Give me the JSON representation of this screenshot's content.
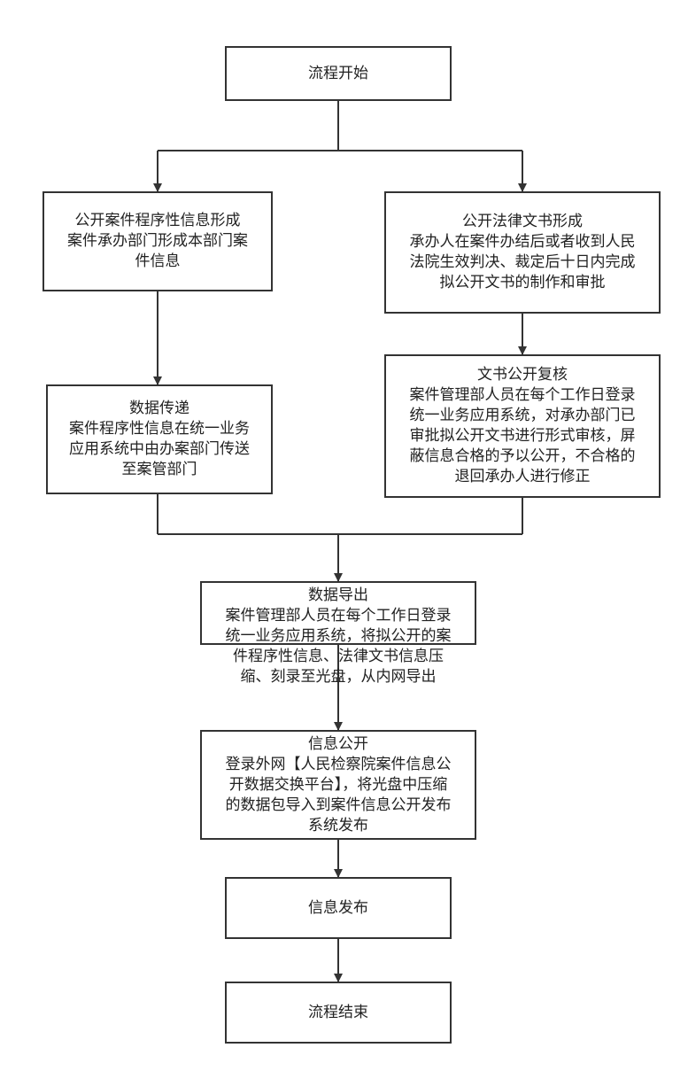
{
  "nodes": {
    "start": {
      "lines": [
        "流程开始"
      ]
    },
    "case_info": {
      "lines": [
        "公开案件程序性信息形成",
        "案件承办部门形成本部门案",
        "件信息"
      ]
    },
    "legal_doc": {
      "lines": [
        "公开法律文书形成",
        "承办人在案件办结后或者收到人民",
        "法院生效判决、裁定后十日内完成",
        "拟公开文书的制作和审批"
      ]
    },
    "data_transfer": {
      "lines": [
        "数据传递",
        "案件程序性信息在统一业务",
        "应用系统中由办案部门传送",
        "至案管部门"
      ]
    },
    "doc_review": {
      "lines": [
        "文书公开复核",
        "案件管理部人员在每个工作日登录",
        "统一业务应用系统，对承办部门已",
        "审批拟公开文书进行形式审核，屏",
        "蔽信息合格的予以公开，不合格的",
        "退回承办人进行修正"
      ]
    },
    "data_export": {
      "lines": [
        "数据导出",
        "案件管理部人员在每个工作日登录",
        "统一业务应用系统，将拟公开的案",
        "件程序性信息、法律文书信息压",
        "缩、刻录至光盘，从内网导出"
      ]
    },
    "info_public": {
      "lines": [
        "信息公开",
        "登录外网【人民检察院案件信息公",
        "开数据交换平台】，将光盘中压缩",
        "的数据包导入到案件信息公开发布",
        "系统发布"
      ]
    },
    "info_release": {
      "lines": [
        "信息发布"
      ]
    },
    "end": {
      "lines": [
        "流程结束"
      ]
    }
  },
  "colors": {
    "stroke": "#333333",
    "text": "#222222",
    "background": "#ffffff"
  }
}
